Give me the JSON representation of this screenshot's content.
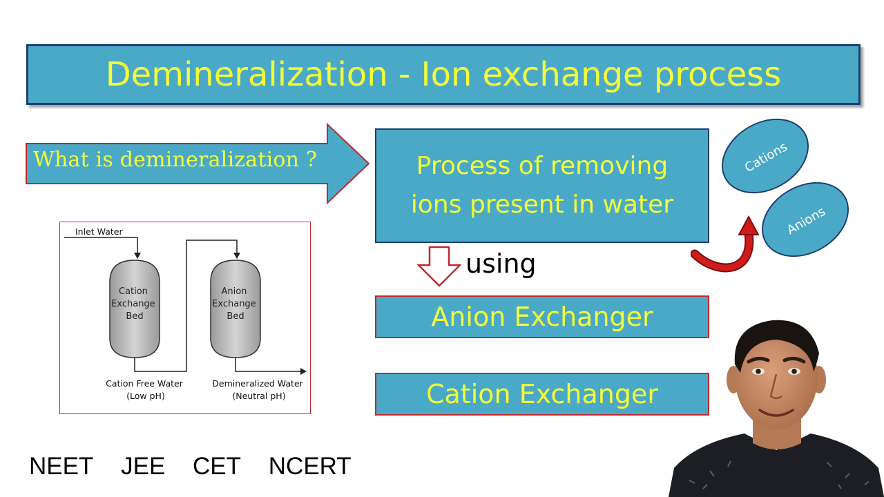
{
  "title": "Demineralization - Ion exchange process",
  "question": "What is demineralization ?",
  "definition_lines": [
    "Process of removing",
    "ions present in water"
  ],
  "ions": {
    "cations": "Cations",
    "anions": "Anions"
  },
  "using_label": "using",
  "exchangers": [
    {
      "label": "Anion Exchanger"
    },
    {
      "label": "Cation Exchanger"
    }
  ],
  "process_diagram": {
    "inlet_label": "Inlet Water",
    "cation_bed_lines": [
      "Cation",
      "Exchange",
      "Bed"
    ],
    "anion_bed_lines": [
      "Anion",
      "Exchange",
      "Bed"
    ],
    "cation_free_lines": [
      "Cation Free Water",
      "(Low pH)"
    ],
    "demineralized_lines": [
      "Demineralized Water",
      "(Neutral pH)"
    ]
  },
  "exam_tags": [
    "NEET",
    "JEE",
    "CET",
    "NCERT"
  ],
  "colors": {
    "banner_fill": "#4aa9c6",
    "banner_text": "#f4ff3a",
    "outline_navy": "#1f3f6e",
    "outline_red": "#c0282d",
    "curved_arrow": "#d11a1a"
  }
}
